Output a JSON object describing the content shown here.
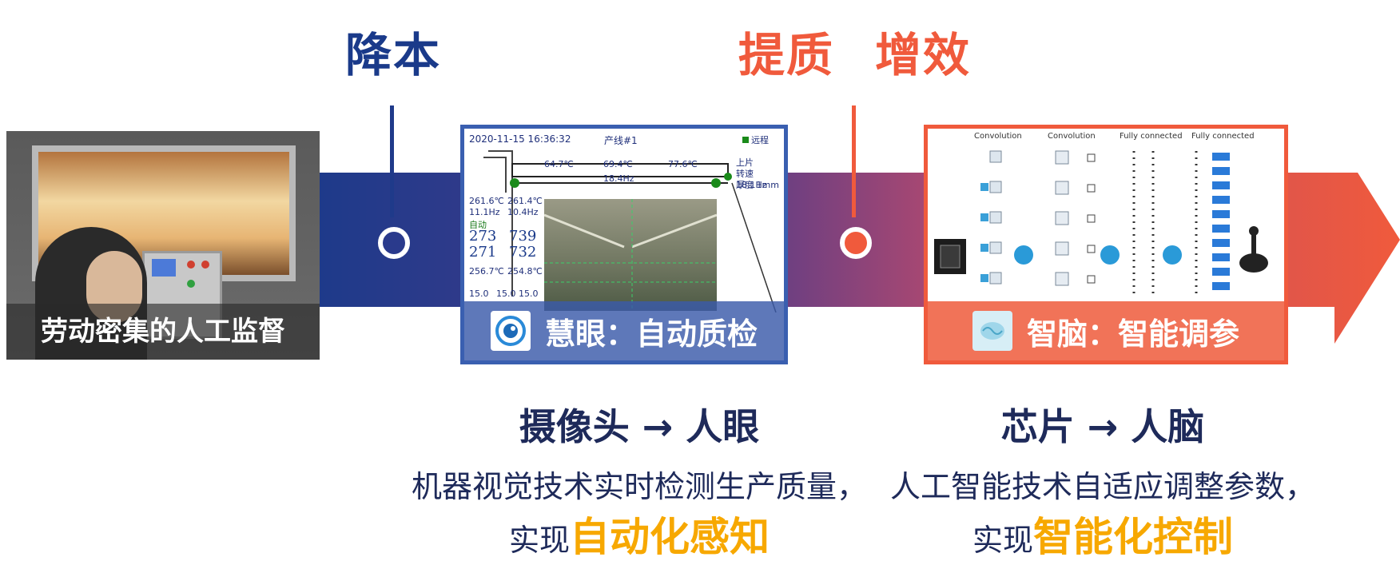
{
  "headings": {
    "cost": "降本",
    "quality": "提质",
    "efficiency": "增效"
  },
  "manual": {
    "caption": "劳动密集的人工监督"
  },
  "eye_card": {
    "caption": "慧眼：自动质检",
    "datetime": "2020-11-15 16:36:32",
    "line": "产线#1",
    "remote": "远程",
    "temps_top": [
      "64.7℃",
      "69.4℃",
      "77.6℃"
    ],
    "freq_top": "18.4Hz",
    "left_col1": [
      "261.6℃",
      "11.1Hz",
      "自动"
    ],
    "left_col2": [
      "261.4℃",
      "10.4Hz"
    ],
    "nums1": [
      "273",
      "271"
    ],
    "nums2": [
      "739",
      "732"
    ],
    "temps_bottom": [
      "256.7℃",
      "254.8℃"
    ],
    "bottom_vals": [
      "15.0",
      "15.0",
      "15.0"
    ],
    "right_info": [
      "上片",
      "转速  18.1Hz",
      "厚度  1mm"
    ]
  },
  "brain_card": {
    "caption": "智脑：智能调参",
    "layers": [
      "Convolution",
      "Convolution",
      "Fully connected",
      "Fully connected"
    ]
  },
  "eye_text": {
    "title": "摄像头 → 人眼",
    "desc_line1": "机器视觉技术实时检测生产质量，",
    "desc_prefix": "实现",
    "desc_highlight": "自动化感知"
  },
  "brain_text": {
    "title": "芯片 → 人脑",
    "desc_line1": "人工智能技术自适应调整参数，",
    "desc_prefix": "实现",
    "desc_highlight": "智能化控制"
  }
}
